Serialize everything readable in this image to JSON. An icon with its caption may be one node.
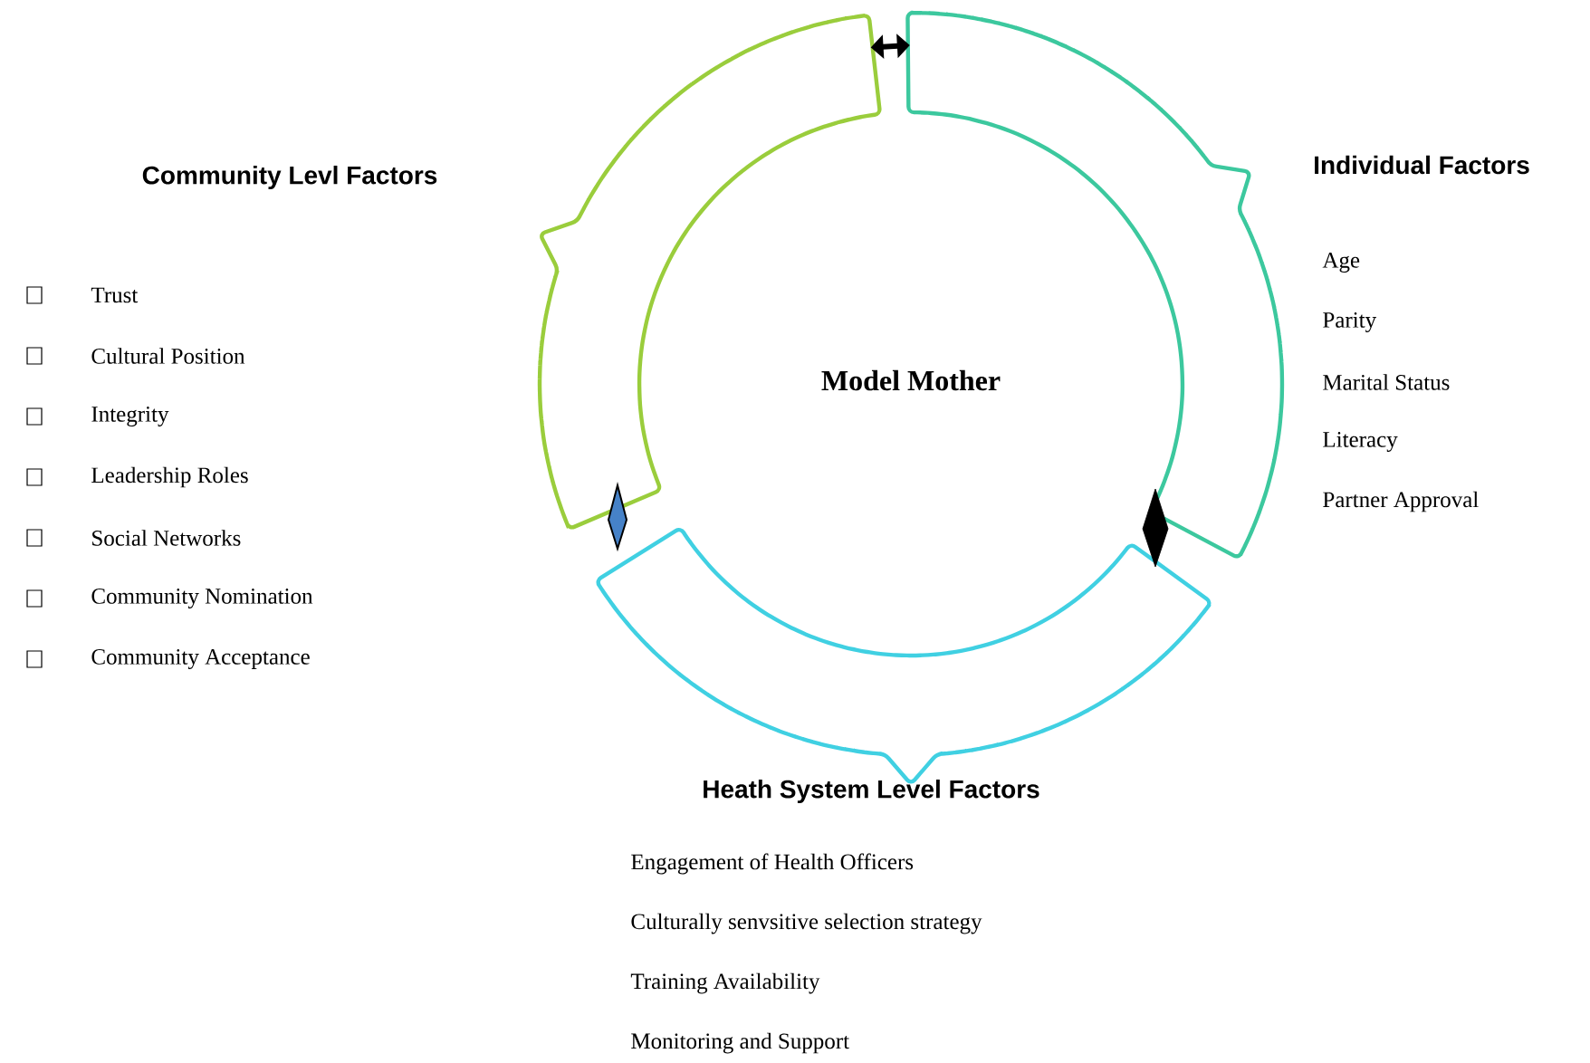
{
  "diagram": {
    "nodes": [
      {
        "text": [
          "Community Levl Factors"
        ],
        "beside": [
          "Trust",
          "Cultural Position",
          "Integrity",
          "Leadership Roles",
          "Social Networks",
          "Community Nomination",
          "Community Acceptance"
        ]
      },
      {
        "text": [
          "Individual Factors"
        ],
        "beside": [
          "Age",
          "Parity",
          "Marital Status",
          "Literacy",
          "Partner Approval"
        ]
      },
      {
        "text": [
          "Heath System Level Factors"
        ],
        "beside": [
          "Engagement of Health Officers",
          "Culturally senvsitive selection strategy",
          "Training Availability",
          "Monitoring and Support"
        ]
      }
    ],
    "edges": [
      {
        "from": 0,
        "to": 1,
        "arrow": "both"
      }
    ],
    "labels": [
      "Model Mother"
    ]
  }
}
